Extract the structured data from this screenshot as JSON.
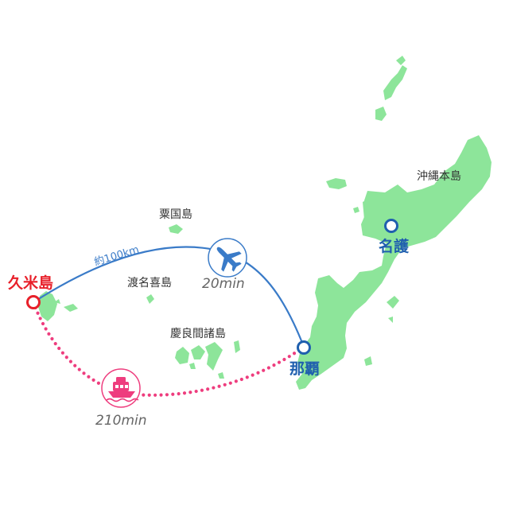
{
  "colors": {
    "land": "#8de59a",
    "air_route": "#3a7bc8",
    "sea_route": "#ee3d7e",
    "kumejima": "#e8202a",
    "port": "#1f5fae",
    "time_text": "#666666",
    "island_label": "#333333"
  },
  "places": {
    "kumejima": "久米島",
    "naha": "那覇",
    "nago": "名護",
    "okinawa_main": "沖縄本島",
    "awaguni": "粟国島",
    "tonaki": "渡名喜島",
    "kerama": "慶良間諸島"
  },
  "routes": {
    "air": {
      "icon": "airplane-icon",
      "time": "20min",
      "distance": "約100km"
    },
    "sea": {
      "icon": "ship-icon",
      "time": "210min"
    }
  }
}
